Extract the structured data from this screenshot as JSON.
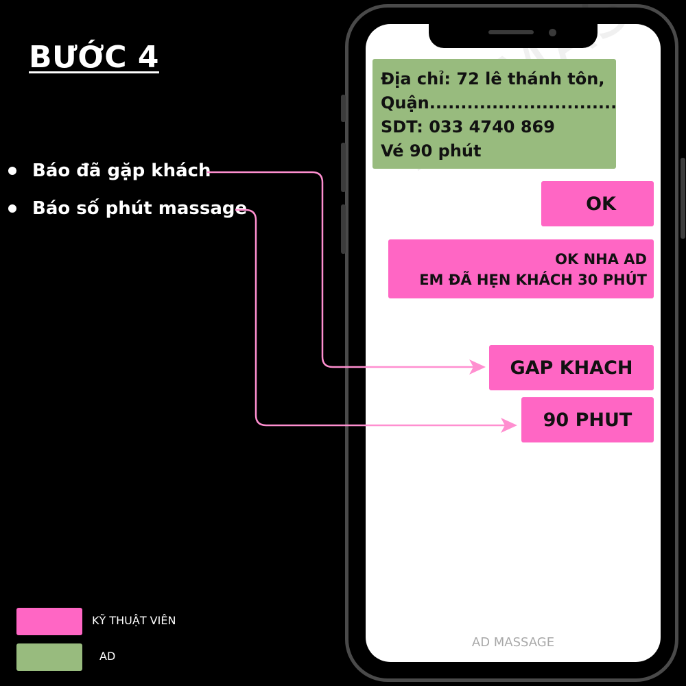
{
  "step_title": "BƯỚC 4",
  "bullets": [
    {
      "text": "Báo đã gặp khách"
    },
    {
      "text": "Báo số phút massage"
    }
  ],
  "watermark": "AD MASSAGE",
  "chat": {
    "ad_message": {
      "lines": [
        "Địa chỉ: 72 lê thánh tôn,",
        "Quận..............................",
        "SDT: 033 4740 869",
        "Vé 90 phút"
      ]
    },
    "ok": "OK",
    "reply_lines": [
      "OK NHA AD",
      "EM ĐÃ HẸN KHÁCH 30 PHÚT"
    ],
    "gap_khach": "GAP KHACH",
    "ninety_phut": "90 PHUT"
  },
  "footer": "AD MASSAGE",
  "legend": [
    {
      "label": "KỸ THUẬT VIÊN",
      "color": "#ff66c4"
    },
    {
      "label": "AD",
      "color": "#98bb7e"
    }
  ],
  "colors": {
    "technician": "#ff66c4",
    "ad": "#98bb7e",
    "connector": "#ff8fd0",
    "background": "#000000"
  }
}
